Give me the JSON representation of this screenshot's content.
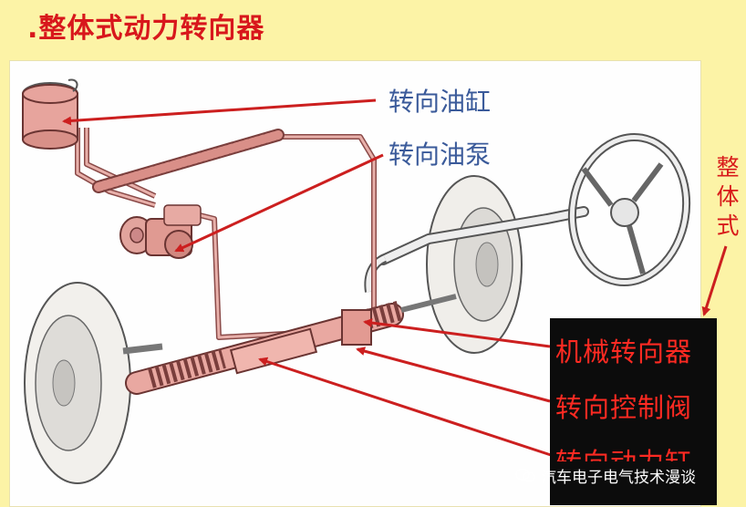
{
  "title": ".整体式动力转向器",
  "side_label": [
    "整",
    "体",
    "式"
  ],
  "labels": {
    "cylinder": "转向油缸",
    "pump": "转向油泵",
    "gear": "机械转向器",
    "valve": "转向控制阀",
    "power_cylinder": "转向动力缸"
  },
  "watermark": "汽车电子电气技术漫谈",
  "colors": {
    "title": "#d8171c",
    "background": "#fcf3a6",
    "arrow": "#cc1f1f",
    "label_blue": "#3a5a9a",
    "label_red": "#ff2a22"
  }
}
